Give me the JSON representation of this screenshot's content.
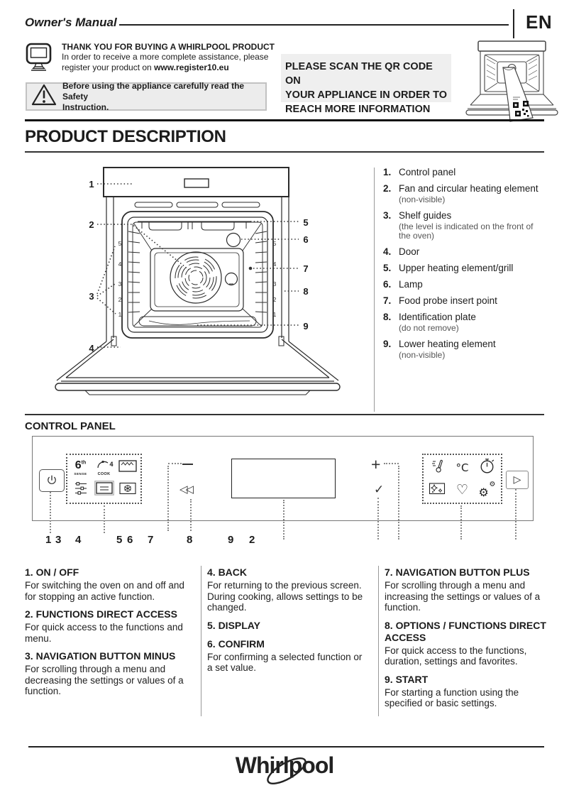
{
  "header": {
    "title": "Owner's Manual",
    "lang": "EN"
  },
  "intro": {
    "thanks_title": "THANK YOU FOR BUYING A WHIRLPOOL PRODUCT",
    "thanks_line1": "In order to receive a more complete assistance, please",
    "thanks_line2": "register your product on ",
    "thanks_url": "www.register10.eu",
    "warning_line1": "Before using the appliance carefully read the Safety",
    "warning_line2": "Instruction.",
    "qr_line1": "PLEASE SCAN THE QR CODE ON",
    "qr_line2": "YOUR APPLIANCE IN ORDER TO",
    "qr_line3": "REACH MORE INFORMATION"
  },
  "product": {
    "title": "PRODUCT DESCRIPTION",
    "items": [
      {
        "num": "1.",
        "label": "Control panel",
        "note": ""
      },
      {
        "num": "2.",
        "label": "Fan and circular heating element",
        "note": "(non-visible)"
      },
      {
        "num": "3.",
        "label": "Shelf guides",
        "note": "(the level is indicated on the front of the oven)"
      },
      {
        "num": "4.",
        "label": "Door",
        "note": ""
      },
      {
        "num": "5.",
        "label": "Upper heating element/grill",
        "note": ""
      },
      {
        "num": "6.",
        "label": "Lamp",
        "note": ""
      },
      {
        "num": "7.",
        "label": "Food probe insert point",
        "note": ""
      },
      {
        "num": "8.",
        "label": "Identification plate",
        "note": "(do not remove)"
      },
      {
        "num": "9.",
        "label": "Lower heating element",
        "note": "(non-visible)"
      }
    ]
  },
  "diagram": {
    "callouts": {
      "c1": "1",
      "c2": "2",
      "c3": "3",
      "c4": "4",
      "c5": "5",
      "c6": "6",
      "c7": "7",
      "c8": "8",
      "c9": "9"
    },
    "levels_left": [
      "5",
      "4",
      "3",
      "2",
      "1"
    ],
    "levels_right": [
      "5",
      "4",
      "3",
      "2",
      "1"
    ]
  },
  "panel": {
    "title": "CONTROL PANEL",
    "icons": {
      "sense_digit": "6",
      "sense_sup": "th",
      "sense_word": "SENSE",
      "cook_word": "COOK",
      "cook_digit": "4",
      "degrees": "°C",
      "back_glyph": "◁◁",
      "start_glyph": "▷",
      "plus_glyph": "+",
      "confirm_glyph": "✓",
      "heart_glyph": "♡",
      "gear_big": "⚙",
      "gear_small": "⚙"
    },
    "callout_numbers": [
      "1",
      "3",
      "4",
      "5",
      "6",
      "7",
      "8",
      "9",
      "2"
    ]
  },
  "legend": {
    "col1": [
      {
        "h": "1. ON / OFF",
        "b": "For switching the oven on and off and for stopping an active function."
      },
      {
        "h": "2. FUNCTIONS DIRECT ACCESS",
        "b": "For quick access to the functions and menu."
      },
      {
        "h": "3. NAVIGATION BUTTON MINUS",
        "b": "For scrolling through a menu and decreasing the settings or values of a function."
      }
    ],
    "col2": [
      {
        "h": "4. BACK",
        "b": "For returning to the previous screen. During cooking, allows settings to be changed."
      },
      {
        "h": "5. DISPLAY",
        "b": ""
      },
      {
        "h": "6. CONFIRM",
        "b": "For confirming a selected function or a set value."
      }
    ],
    "col3": [
      {
        "h": "7. NAVIGATION BUTTON PLUS",
        "b": "For scrolling through a menu and increasing the settings or values of a function."
      },
      {
        "h": "8. OPTIONS / FUNCTIONS DIRECT ACCESS",
        "b": "For quick access to the functions, duration, settings and favorites."
      },
      {
        "h": "9. START",
        "b": "For starting a function using the specified or basic settings."
      }
    ]
  },
  "footer": {
    "brand": "Whirlpool"
  }
}
